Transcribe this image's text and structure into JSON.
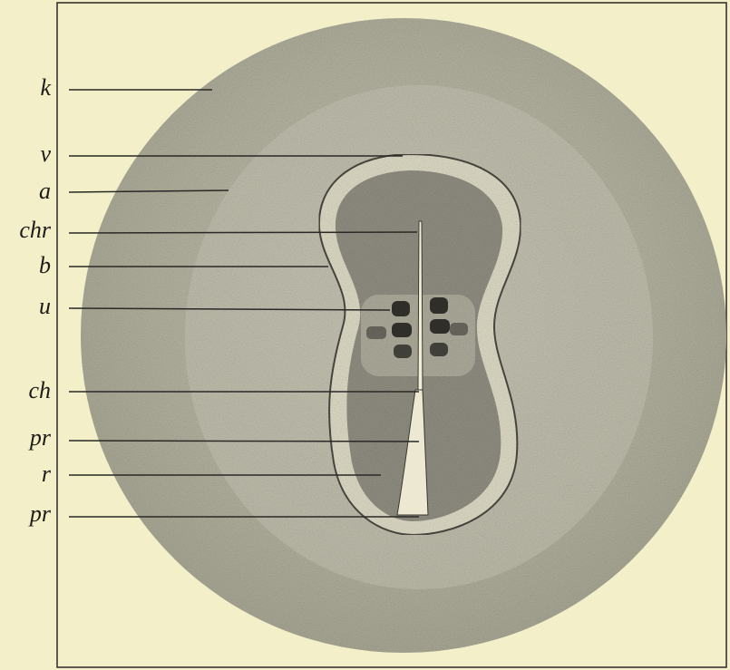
{
  "figure": {
    "labels": [
      "k",
      "v",
      "a",
      "chr",
      "b",
      "u",
      "ch",
      "pr",
      "r",
      "pr"
    ]
  },
  "colors": {
    "paper": "#f3efc9",
    "disc": "#b9b7a6",
    "embryo": "#8e8c80",
    "dark": "#2a2925",
    "lines": "#2a2925"
  }
}
